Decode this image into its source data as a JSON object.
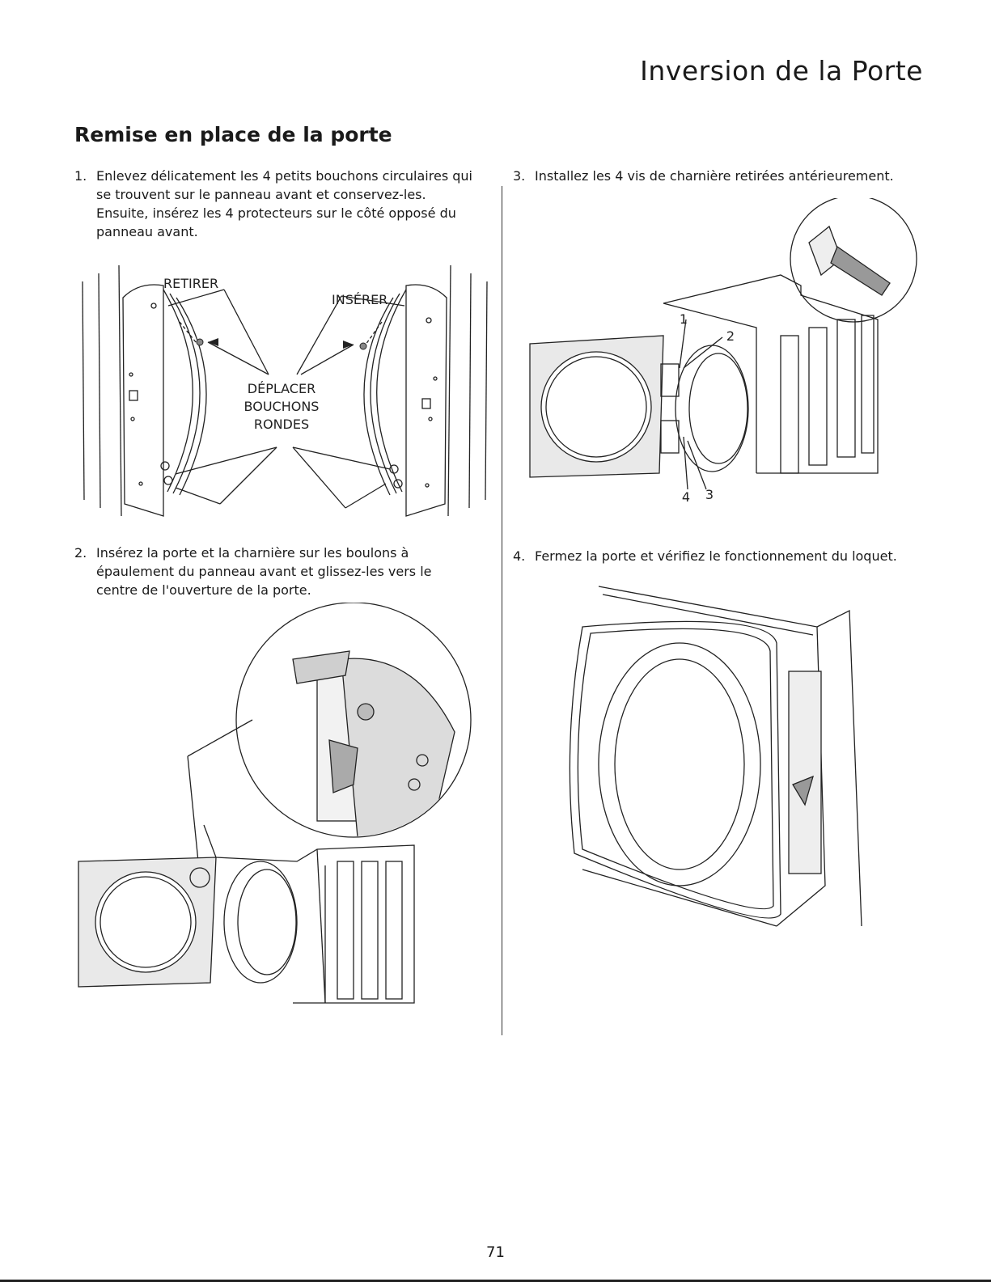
{
  "header": {
    "title": "Inversion de la Porte"
  },
  "section": {
    "title": "Remise en place de la porte"
  },
  "steps": [
    {
      "num": "1.",
      "text": "Enlevez délicatement les 4 petits bouchons circulaires qui se trouvent sur le panneau avant et conservez-les. Ensuite, insérez les 4 protecteurs sur le côté opposé du panneau avant."
    },
    {
      "num": "2.",
      "text": "Insérez la porte et la charnière sur les boulons à épaulement du panneau avant et glissez-les vers le centre de l'ouverture de la porte."
    },
    {
      "num": "3.",
      "text": "Installez les 4 vis de charnière retirées antérieurement."
    },
    {
      "num": "4.",
      "text": "Fermez la porte et vérifiez le fonctionnement du loquet."
    }
  ],
  "figure1": {
    "label_remove": "RETIRER",
    "label_insert": "INSÉRER",
    "label_move_1": "DÉPLACER",
    "label_move_2": "BOUCHONS",
    "label_move_3": "RONDES"
  },
  "figure3": {
    "callout_1": "1",
    "callout_2": "2",
    "callout_3": "3",
    "callout_4": "4"
  },
  "page": {
    "number": "71"
  }
}
